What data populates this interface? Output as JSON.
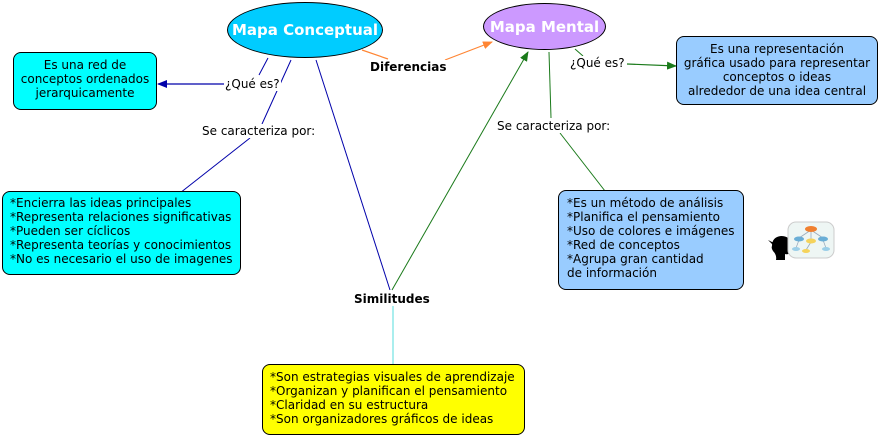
{
  "colors": {
    "concept_fill": "#00ccff",
    "mental_fill": "#cc99ff",
    "cyan_box": "#00ffff",
    "blue_box": "#99ccff",
    "yellow_box": "#ffff00",
    "orange_link": "#ff8533",
    "navy_link": "#0000aa",
    "green_link": "#1a7a1a",
    "cyan_link": "#55dddd"
  },
  "concept_map": {
    "title": "Mapa Conceptual",
    "what_label": "¿Qué es?",
    "definition": "Es una red de\nconceptos ordenados\njerarquicamente",
    "characterized_label": "Se caracteriza por:",
    "features": [
      "*Encierra las ideas principales",
      "*Representa relaciones significativas",
      "*Pueden ser cíclicos",
      "*Representa teorías y conocimientos",
      "*No es necesario el uso de imagenes"
    ]
  },
  "mind_map": {
    "title": "Mapa Mental",
    "what_label": "¿Qué es?",
    "definition": "Es una representación\ngráfica usado para representar\nconceptos o ideas\nalrededor de una idea central",
    "characterized_label": "Se caracteriza por:",
    "features": [
      "*Es un método de análisis",
      "*Planifica el pensamiento",
      "*Uso de colores e imágenes",
      "*Red de conceptos",
      "*Agrupa gran cantidad",
      "de información"
    ]
  },
  "differences_label": "Diferencias",
  "similarities": {
    "label": "Similitudes",
    "items": [
      "*Son estrategias visuales de aprendizaje",
      "*Organizan y planifican el pensamiento",
      "*Claridad en su estructura",
      "*Son organizadores gráficos de ideas"
    ]
  }
}
